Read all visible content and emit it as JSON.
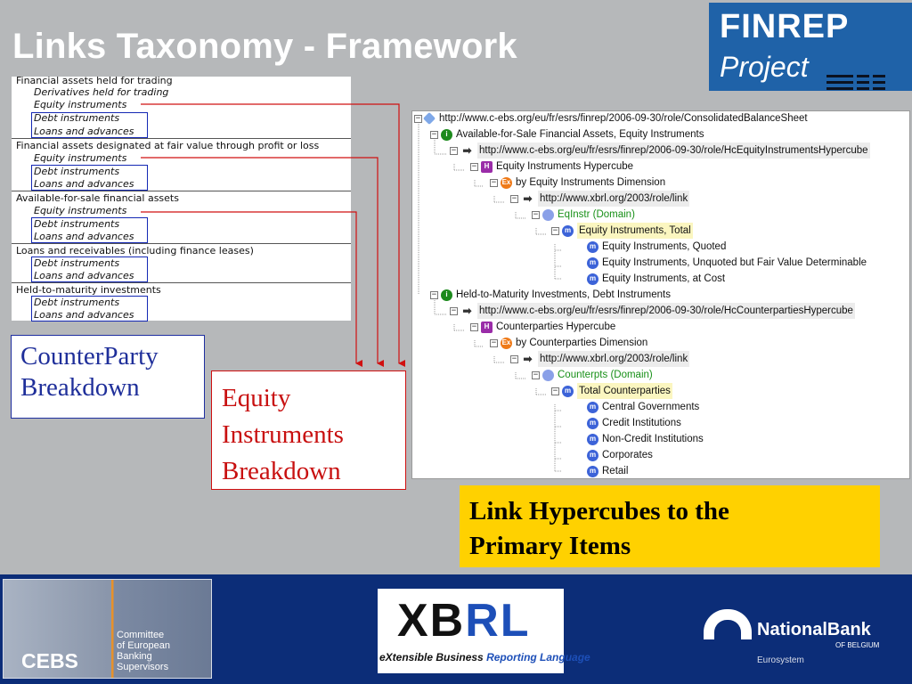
{
  "title": "Links Taxonomy - Framework",
  "finrep": {
    "line1": "FINREP",
    "line2": "Project"
  },
  "left_table": {
    "rows": [
      "Financial assets held for trading",
      "Derivatives held for trading",
      "Equity instruments",
      "Debt instruments",
      "Loans and advances",
      "Financial assets designated at fair value through profit or loss",
      "Equity instruments",
      "Debt instruments",
      "Loans and advances",
      "Available-for-sale financial assets",
      "Equity instruments",
      "Debt instruments",
      "Loans and advances",
      "Loans and receivables (including finance leases)",
      "Debt instruments",
      "Loans and advances",
      "Held-to-maturity investments",
      "Debt instruments",
      "Loans and advances"
    ]
  },
  "counterparty_box": {
    "line1": "CounterParty",
    "line2": "Breakdown"
  },
  "equity_box": {
    "line1": "Equity",
    "line2": "Instruments",
    "line3": "Breakdown"
  },
  "tree": {
    "nodes": [
      "http://www.c-ebs.org/eu/fr/esrs/finrep/2006-09-30/role/ConsolidatedBalanceSheet",
      "Available-for-Sale Financial Assets, Equity Instruments",
      "http://www.c-ebs.org/eu/fr/esrs/finrep/2006-09-30/role/HcEquityInstrumentsHypercube",
      "Equity Instruments Hypercube",
      "by Equity Instruments Dimension",
      "http://www.xbrl.org/2003/role/link",
      "EqInstr (Domain)",
      "Equity Instruments, Total",
      "Equity Instruments, Quoted",
      "Equity Instruments, Unquoted but Fair Value Determinable",
      "Equity Instruments, at Cost",
      "Held-to-Maturity Investments, Debt Instruments",
      "http://www.c-ebs.org/eu/fr/esrs/finrep/2006-09-30/role/HcCounterpartiesHypercube",
      "Counterparties Hypercube",
      "by Counterparties Dimension",
      "http://www.xbrl.org/2003/role/link",
      "Counterpts (Domain)",
      "Total Counterparties",
      "Central Governments",
      "Credit Institutions",
      "Non-Credit Institutions",
      "Corporates",
      "Retail"
    ],
    "icons": {
      "hypercube": "H",
      "dimension": "Ex",
      "member": "m",
      "item": "i"
    }
  },
  "callout": {
    "line1": "Link Hypercubes to the",
    "line2": "Primary Items"
  },
  "footer": {
    "cebs_logo": "CEBS",
    "cebs_line1": "Committee",
    "cebs_line2": "of European",
    "cebs_line3": "Banking",
    "cebs_line4": "Supervisors",
    "xbrl_x": "XB",
    "xbrl_rl": "RL",
    "xbrl_tag_a": "eXtensible Business",
    "xbrl_tag_b": "Reporting Language",
    "nbb_name": "NationalBank",
    "nbb_sub": "OF BELGIUM",
    "nbb_eur": "Eurosystem"
  },
  "colors": {
    "finrep_blue": "#1f62a8",
    "footer_navy": "#0c2d78",
    "callout_yellow": "#ffd100",
    "equity_red": "#c81010",
    "counterparty_blue": "#1f2f9a"
  }
}
